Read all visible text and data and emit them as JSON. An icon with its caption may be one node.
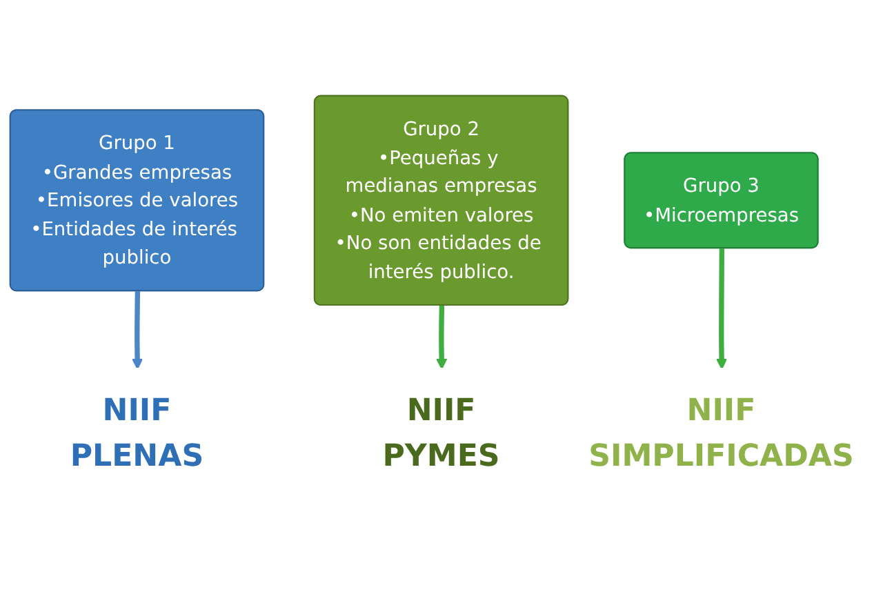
{
  "diagram": {
    "nodes": [
      {
        "text": [
          "Grupo 1",
          "•Grandes empresas",
          "•Emisores de valores",
          "•Entidades de interés publico"
        ]
      },
      {
        "text": [
          "Grupo 2",
          "•Pequeñas y medianas empresas",
          "•No emiten valores",
          "•No son entidades de interés publico."
        ]
      },
      {
        "text": [
          "Grupo 3",
          "•Microempresas"
        ]
      },
      {
        "text": [
          "NIIF",
          "PLENAS"
        ]
      },
      {
        "text": [
          "NIIF",
          "PYMES"
        ]
      },
      {
        "text": [
          "NIIF",
          "SIMPLIFICADAS"
        ]
      }
    ],
    "edges": [
      {
        "from": 0,
        "to": 3,
        "arrow": "to",
        "color": "#4a86c8"
      },
      {
        "from": 1,
        "to": 4,
        "arrow": "to"
      },
      {
        "from": 2,
        "to": 5,
        "arrow": "to"
      }
    ]
  }
}
